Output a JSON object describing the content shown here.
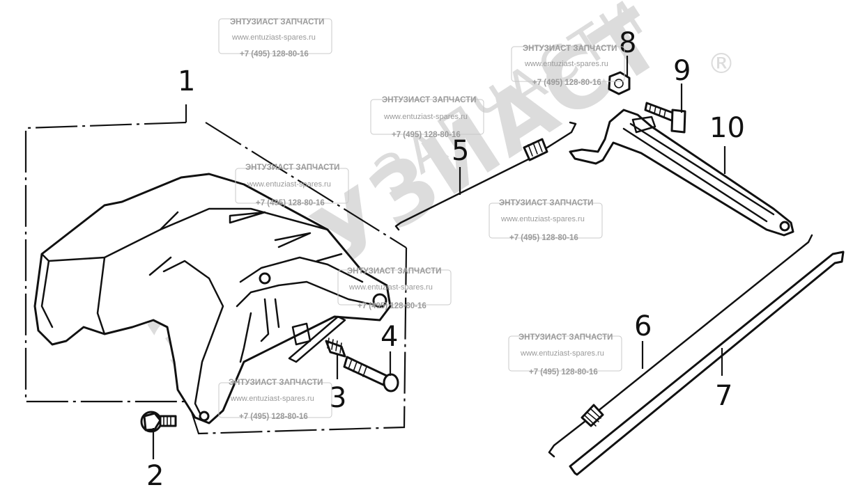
{
  "watermark": {
    "title": "ЭНТУЗИАСТ ЗАПЧАСТИ",
    "site": "www.entuziast-spares.ru",
    "phone": "+7 (495) 128-80-16",
    "big_text_top": "ЗАПЧАСТИ",
    "big_text_bottom": "ЭНТУЗИАСТ",
    "registered_mark": "®"
  },
  "callouts": [
    "1",
    "2",
    "3",
    "4",
    "5",
    "6",
    "7",
    "8",
    "9",
    "10"
  ]
}
